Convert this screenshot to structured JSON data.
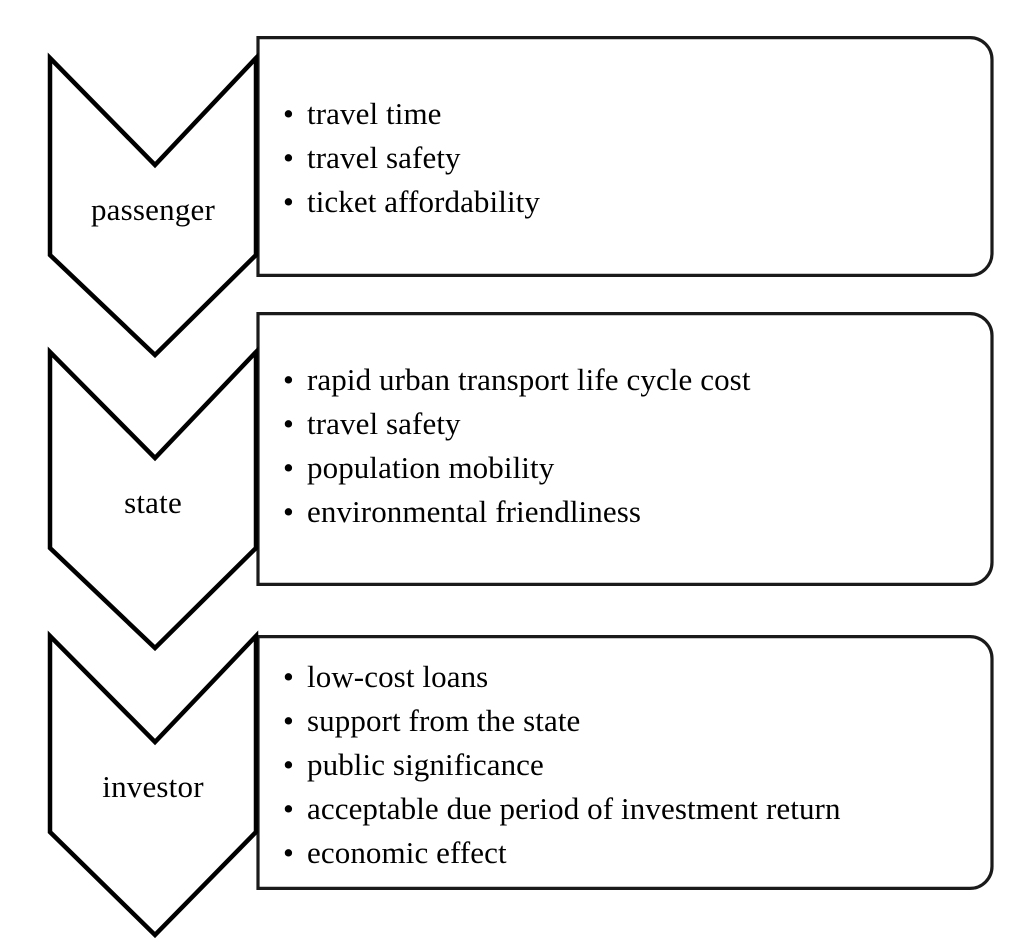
{
  "diagram": {
    "type": "stakeholder-criteria-chevron-list",
    "groups": [
      {
        "actor": "passenger",
        "criteria": [
          "travel time",
          "travel safety",
          "ticket affordability"
        ]
      },
      {
        "actor": "state",
        "criteria": [
          "rapid urban transport life cycle cost",
          "travel safety",
          "population mobility",
          "environmental friendliness"
        ]
      },
      {
        "actor": "investor",
        "criteria": [
          "low-cost loans",
          "support from the state",
          "public significance",
          "acceptable due period of investment return",
          "economic effect"
        ]
      }
    ],
    "bullet_glyph": "•",
    "colors": {
      "background": "#ffffff",
      "stroke": "#000000",
      "box_stroke": "#1a1a1a",
      "text": "#000000"
    }
  }
}
